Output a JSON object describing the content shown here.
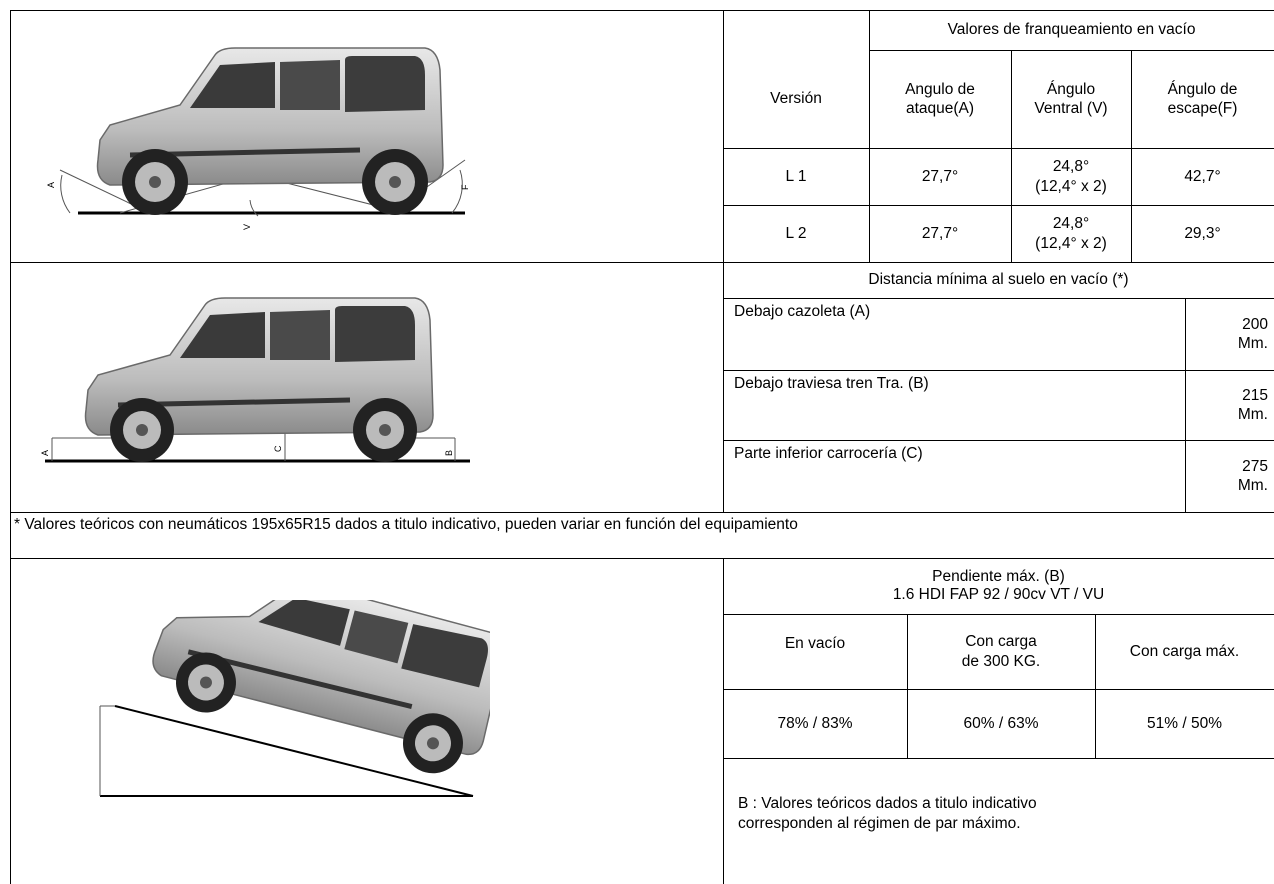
{
  "section1": {
    "header": "Valores de franqueamiento en vacío",
    "columns": [
      "Versión",
      "Angulo de\nataque(A)",
      "Ángulo\nVentral (V)",
      "Ángulo de\nescape(F)"
    ],
    "rows": [
      {
        "version": "L 1",
        "ataque": "27,7°",
        "ventral": "24,8°\n(12,4° x 2)",
        "escape": "42,7°"
      },
      {
        "version": "L 2",
        "ataque": "27,7°",
        "ventral": "24,8°\n(12,4° x 2)",
        "escape": "29,3°"
      }
    ],
    "diagram_labels": {
      "a": "A",
      "v": "V",
      "f": "F"
    }
  },
  "section2": {
    "header": "Distancia mínima al suelo en vacío (*)",
    "rows": [
      {
        "label": "Debajo cazoleta (A)",
        "value": "200\nMm."
      },
      {
        "label": "Debajo traviesa tren Tra. (B)",
        "value": "215\nMm."
      },
      {
        "label": "Parte inferior carrocería (C)",
        "value": "275\nMm."
      }
    ],
    "diagram_labels": {
      "a": "A",
      "c": "C",
      "b": "B"
    }
  },
  "footnote": "* Valores teóricos con neumáticos  195x65R15 dados a titulo indicativo, pueden variar en función del equipamiento",
  "section3": {
    "header": "Pendiente máx.  (B)\n1.6 HDI FAP 92 / 90cv VT / VU",
    "columns": [
      "En vacío",
      "Con carga\nde 300 KG.",
      "Con carga máx."
    ],
    "values": [
      "78% / 83%",
      "60% / 63%",
      "51% / 50%"
    ],
    "note": "B : Valores teóricos  dados a titulo indicativo\ncorresponden al régimen de par máximo."
  }
}
